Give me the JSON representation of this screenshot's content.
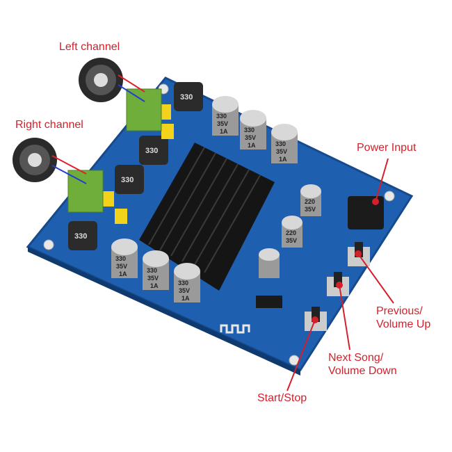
{
  "annotations": {
    "left_channel": "Left channel",
    "right_channel": "Right channel",
    "power_input": "Power Input",
    "previous_line1": "Previous/",
    "previous_line2": "Volume Up",
    "next_line1": "Next Song/",
    "next_line2": "Volume Down",
    "start_stop": "Start/Stop"
  },
  "components": {
    "inductor_marking": "330",
    "capacitor_line1": "330",
    "capacitor_line2": "35V",
    "capacitor_line3": "1A",
    "small_capacitor_line1": "220",
    "small_capacitor_line2": "35V"
  },
  "colors": {
    "annotation": "#d3202b",
    "board": "#1f5fb0",
    "heatsink": "#151515",
    "terminal": "#6fae3a"
  }
}
